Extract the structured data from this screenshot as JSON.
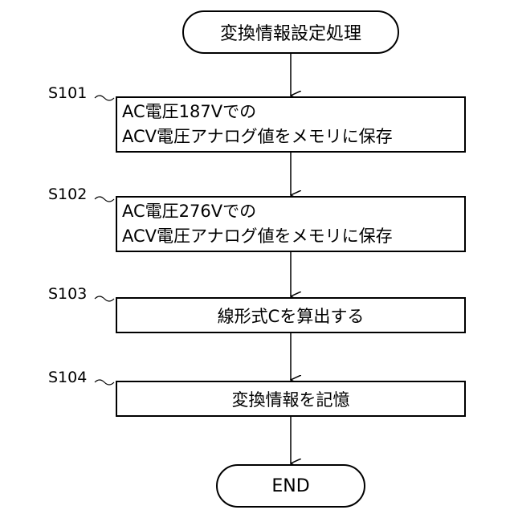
{
  "start": {
    "label": "変換情報設定処理"
  },
  "steps": [
    {
      "id": "S101",
      "lines": [
        "AC電圧187Vでの",
        "ACV電圧アナログ値をメモリに保存"
      ]
    },
    {
      "id": "S102",
      "lines": [
        "AC電圧276Vでの",
        "ACV電圧アナログ値をメモリに保存"
      ]
    },
    {
      "id": "S103",
      "lines": [
        "線形式Cを算出する"
      ]
    },
    {
      "id": "S104",
      "lines": [
        "変換情報を記憶"
      ]
    }
  ],
  "end": {
    "label": "END"
  }
}
